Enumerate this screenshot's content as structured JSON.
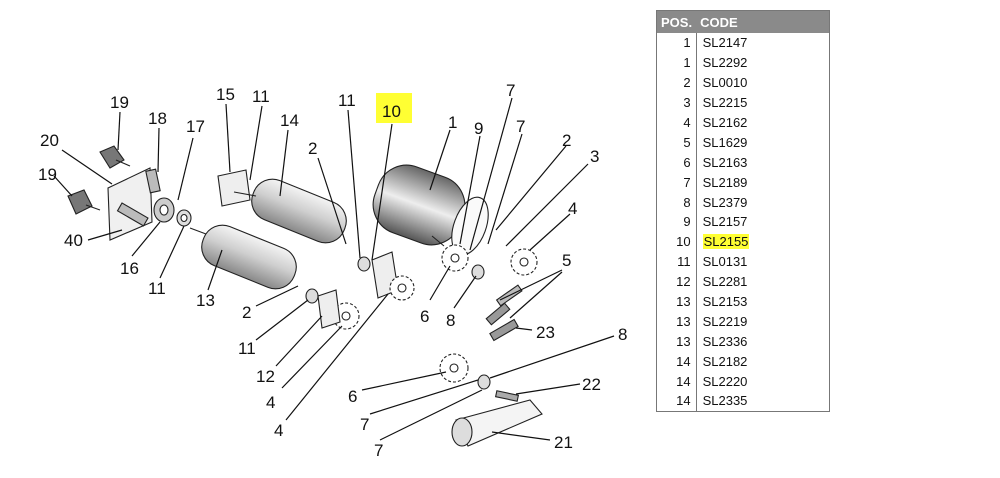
{
  "table": {
    "header_pos": "POS.",
    "header_code": "CODE",
    "highlight_color": "#ffff33",
    "rows": [
      {
        "pos": "1",
        "code": "SL2147",
        "highlighted": false
      },
      {
        "pos": "1",
        "code": "SL2292",
        "highlighted": false
      },
      {
        "pos": "2",
        "code": "SL0010",
        "highlighted": false
      },
      {
        "pos": "3",
        "code": "SL2215",
        "highlighted": false
      },
      {
        "pos": "4",
        "code": "SL2162",
        "highlighted": false
      },
      {
        "pos": "5",
        "code": "SL1629",
        "highlighted": false
      },
      {
        "pos": "6",
        "code": "SL2163",
        "highlighted": false
      },
      {
        "pos": "7",
        "code": "SL2189",
        "highlighted": false
      },
      {
        "pos": "8",
        "code": "SL2379",
        "highlighted": false
      },
      {
        "pos": "9",
        "code": "SL2157",
        "highlighted": false
      },
      {
        "pos": "10",
        "code": "SL2155",
        "highlighted": true
      },
      {
        "pos": "11",
        "code": "SL0131",
        "highlighted": false
      },
      {
        "pos": "12",
        "code": "SL2281",
        "highlighted": false
      },
      {
        "pos": "13",
        "code": "SL2153",
        "highlighted": false
      },
      {
        "pos": "13",
        "code": "SL2219",
        "highlighted": false
      },
      {
        "pos": "13",
        "code": "SL2336",
        "highlighted": false
      },
      {
        "pos": "14",
        "code": "SL2182",
        "highlighted": false
      },
      {
        "pos": "14",
        "code": "SL2220",
        "highlighted": false
      },
      {
        "pos": "14",
        "code": "SL2335",
        "highlighted": false
      }
    ]
  },
  "diagram": {
    "highlighted_callout": "10",
    "callouts": {
      "c19a": "19",
      "c18": "18",
      "c17": "17",
      "c15": "15",
      "c11a": "11",
      "c14": "14",
      "c11b": "11",
      "c10": "10",
      "c1": "1",
      "c9": "9",
      "c7a": "7",
      "c7b": "7",
      "c2a": "2",
      "c20": "20",
      "c19b": "19",
      "c40": "40",
      "c16": "16",
      "c11c": "11",
      "c13": "13",
      "c2b": "2",
      "c3": "3",
      "c4a": "4",
      "c5": "5",
      "c6a": "6",
      "c8a": "8",
      "c23": "23",
      "c2c": "2",
      "c11d": "11",
      "c12": "12",
      "c4b": "4",
      "c4c": "4",
      "c8b": "8",
      "c22": "22",
      "c6b": "6",
      "c7c": "7",
      "c7d": "7",
      "c21": "21"
    }
  }
}
